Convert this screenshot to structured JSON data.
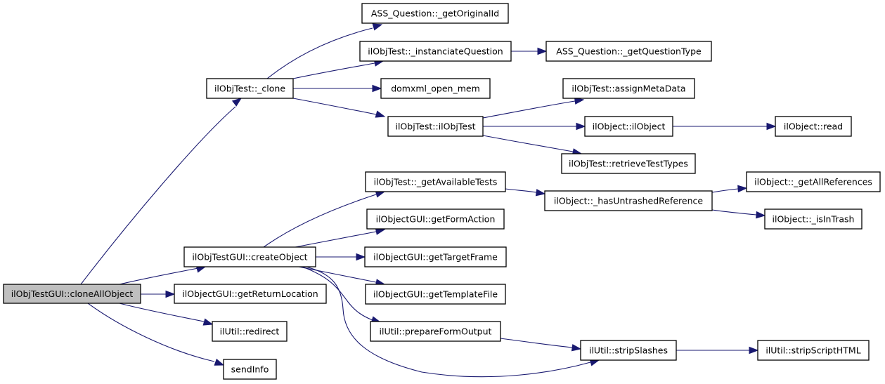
{
  "diagram": {
    "type": "call-graph",
    "root": "n_cloneAllObject",
    "colors": {
      "edge": "#191970",
      "node_border": "#000000",
      "node_fill": "#ffffff",
      "root_fill": "#bfbfbf"
    },
    "nodes": [
      {
        "id": "n_cloneAllObject",
        "label": "ilObjTestGUI::cloneAllObject",
        "highlighted": true
      },
      {
        "id": "n_clone",
        "label": "ilObjTest::_clone"
      },
      {
        "id": "n_getReturnLocation",
        "label": "ilObjectGUI::getReturnLocation"
      },
      {
        "id": "n_redirect",
        "label": "ilUtil::redirect"
      },
      {
        "id": "n_sendInfo",
        "label": "sendInfo"
      },
      {
        "id": "n_createObject",
        "label": "ilObjTestGUI::createObject"
      },
      {
        "id": "n_getOriginalId",
        "label": "ASS_Question::_getOriginalId"
      },
      {
        "id": "n_instanciateQuestion",
        "label": "ilObjTest::_instanciateQuestion"
      },
      {
        "id": "n_domxml",
        "label": "domxml_open_mem"
      },
      {
        "id": "n_ilObjTest",
        "label": "ilObjTest::ilObjTest"
      },
      {
        "id": "n_getQuestionType",
        "label": "ASS_Question::_getQuestionType"
      },
      {
        "id": "n_assignMetaData",
        "label": "ilObjTest::assignMetaData"
      },
      {
        "id": "n_ilObject",
        "label": "ilObject::ilObject"
      },
      {
        "id": "n_read",
        "label": "ilObject::read"
      },
      {
        "id": "n_retrieveTestTypes",
        "label": "ilObjTest::retrieveTestTypes"
      },
      {
        "id": "n_getAvailableTests",
        "label": "ilObjTest::_getAvailableTests"
      },
      {
        "id": "n_getFormAction",
        "label": "ilObjectGUI::getFormAction"
      },
      {
        "id": "n_getTargetFrame",
        "label": "ilObjectGUI::getTargetFrame"
      },
      {
        "id": "n_getTemplateFile",
        "label": "ilObjectGUI::getTemplateFile"
      },
      {
        "id": "n_prepareFormOutput",
        "label": "ilUtil::prepareFormOutput"
      },
      {
        "id": "n_hasUntrashedReference",
        "label": "ilObject::_hasUntrashedReference"
      },
      {
        "id": "n_getAllReferences",
        "label": "ilObject::_getAllReferences"
      },
      {
        "id": "n_isInTrash",
        "label": "ilObject::_isInTrash"
      },
      {
        "id": "n_stripSlashes",
        "label": "ilUtil::stripSlashes"
      },
      {
        "id": "n_stripScriptHTML",
        "label": "ilUtil::stripScriptHTML"
      }
    ],
    "edges": [
      {
        "from": "n_cloneAllObject",
        "to": "n_clone"
      },
      {
        "from": "n_cloneAllObject",
        "to": "n_createObject"
      },
      {
        "from": "n_cloneAllObject",
        "to": "n_getReturnLocation"
      },
      {
        "from": "n_cloneAllObject",
        "to": "n_redirect"
      },
      {
        "from": "n_cloneAllObject",
        "to": "n_sendInfo"
      },
      {
        "from": "n_clone",
        "to": "n_getOriginalId"
      },
      {
        "from": "n_clone",
        "to": "n_instanciateQuestion"
      },
      {
        "from": "n_clone",
        "to": "n_domxml"
      },
      {
        "from": "n_clone",
        "to": "n_ilObjTest"
      },
      {
        "from": "n_instanciateQuestion",
        "to": "n_getQuestionType"
      },
      {
        "from": "n_ilObjTest",
        "to": "n_assignMetaData"
      },
      {
        "from": "n_ilObjTest",
        "to": "n_ilObject"
      },
      {
        "from": "n_ilObjTest",
        "to": "n_retrieveTestTypes"
      },
      {
        "from": "n_ilObject",
        "to": "n_read"
      },
      {
        "from": "n_createObject",
        "to": "n_getAvailableTests"
      },
      {
        "from": "n_createObject",
        "to": "n_getFormAction"
      },
      {
        "from": "n_createObject",
        "to": "n_getTargetFrame"
      },
      {
        "from": "n_createObject",
        "to": "n_getTemplateFile"
      },
      {
        "from": "n_createObject",
        "to": "n_prepareFormOutput"
      },
      {
        "from": "n_createObject",
        "to": "n_stripSlashes"
      },
      {
        "from": "n_getAvailableTests",
        "to": "n_hasUntrashedReference"
      },
      {
        "from": "n_hasUntrashedReference",
        "to": "n_getAllReferences"
      },
      {
        "from": "n_hasUntrashedReference",
        "to": "n_isInTrash"
      },
      {
        "from": "n_prepareFormOutput",
        "to": "n_stripSlashes"
      },
      {
        "from": "n_stripSlashes",
        "to": "n_stripScriptHTML"
      }
    ]
  }
}
